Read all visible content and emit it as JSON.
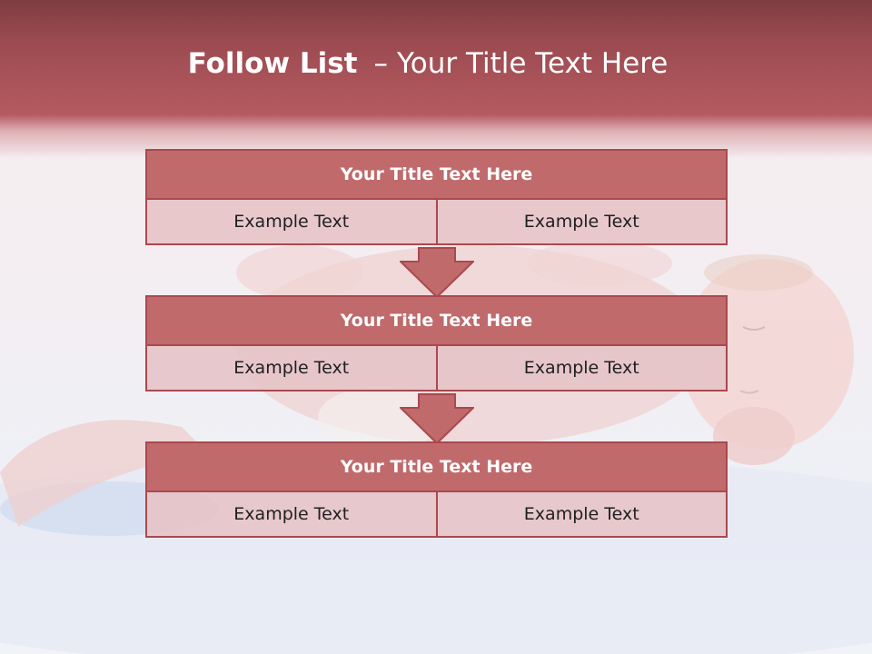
{
  "slide": {
    "title_bold": "Follow List",
    "title_sep": "–",
    "title_rest": "Your Title Text Here"
  },
  "blocks": [
    {
      "title": "Your Title Text Here",
      "left": "Example Text",
      "right": "Example Text"
    },
    {
      "title": "Your Title Text Here",
      "left": "Example Text",
      "right": "Example Text"
    },
    {
      "title": "Your Title Text Here",
      "left": "Example Text",
      "right": "Example Text"
    }
  ],
  "colors": {
    "header_band": "#a9535a",
    "block_title_fill": "#c06a6c",
    "block_border": "#a9494e",
    "cell_fill": "#e6c4c8",
    "arrow_fill": "#c06a6c"
  }
}
